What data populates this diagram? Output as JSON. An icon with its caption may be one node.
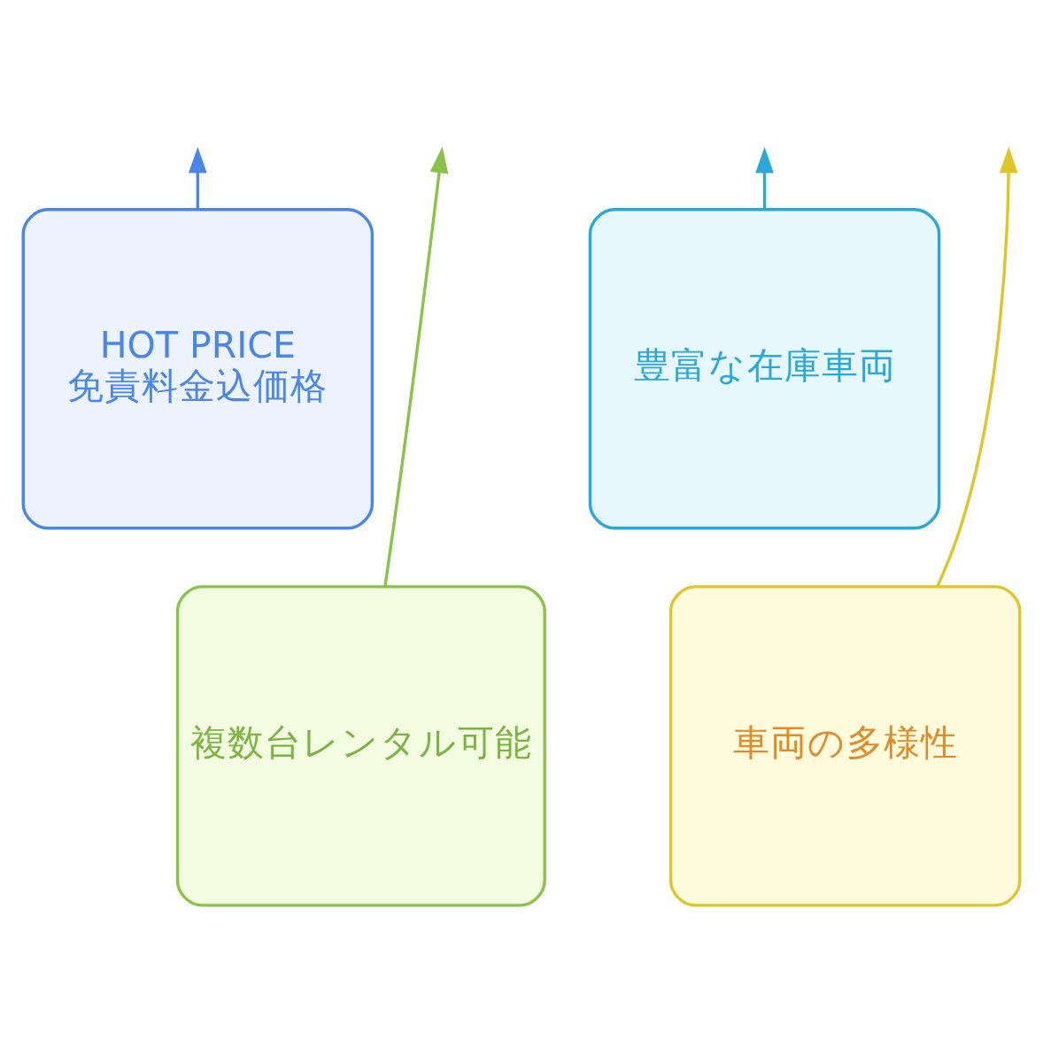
{
  "diagram": {
    "nodes": [
      {
        "text": [
          "HOT PRICE",
          "免責料金込価格"
        ]
      },
      {
        "text": [
          "豊富な在庫車両"
        ]
      },
      {
        "text": [
          "複数台レンタル可能"
        ]
      },
      {
        "text": [
          "車両の多様性"
        ]
      }
    ],
    "edges": [
      {
        "from": 0,
        "to": null,
        "arrow": "to",
        "color": "#4a86e8"
      },
      {
        "from": 2,
        "to": null,
        "arrow": "to",
        "color": "#8bc34a"
      },
      {
        "from": 3,
        "to": null,
        "arrow": "to",
        "color": "#e0c52a"
      },
      {
        "from": 1,
        "to": null,
        "arrow": "to",
        "color": "#2aa8d8"
      }
    ]
  }
}
